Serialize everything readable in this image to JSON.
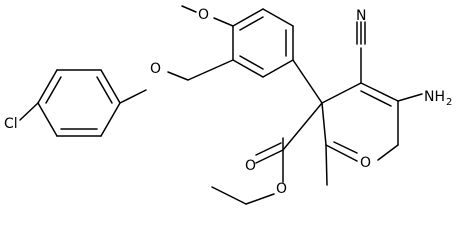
{
  "structure": {
    "labels": {
      "cl": "Cl",
      "o_ether": "O",
      "o_methoxy": "O",
      "n_nitrile": "N",
      "n_amine": "NH",
      "n_amine_sub": "2",
      "o_ring": "O",
      "o_carbonyl": "O",
      "o_ester": "O"
    },
    "colors": {
      "bond": "#000000",
      "label": "#000000",
      "background": "#ffffff"
    }
  }
}
